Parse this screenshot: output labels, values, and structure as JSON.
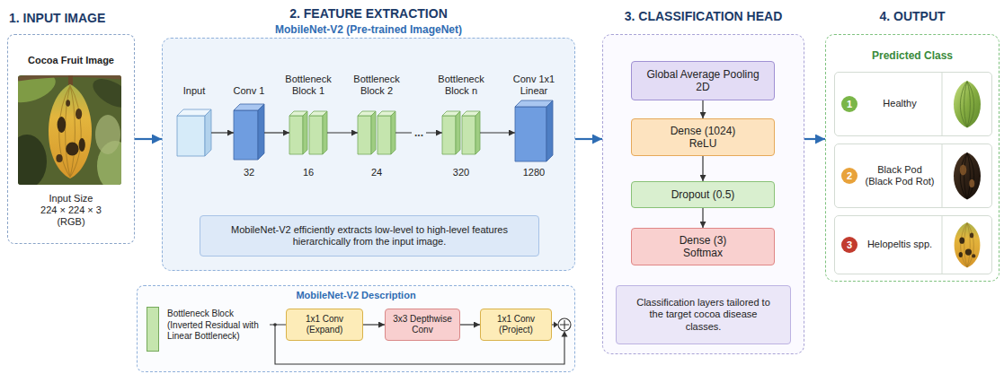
{
  "diagram": {
    "nodes": [
      {
        "text": [
          "1. INPUT IMAGE",
          "Cocoa Fruit Image",
          "Input Size 224 × 224 × 3 (RGB)"
        ]
      },
      {
        "text": [
          "2. FEATURE EXTRACTION",
          "MobileNet-V2 (Pre-trained ImageNet)"
        ]
      },
      {
        "text": [
          "Input"
        ],
        "in": 1
      },
      {
        "text": [
          "Conv 1",
          "32"
        ],
        "in": 1
      },
      {
        "text": [
          "Bottleneck Block 1",
          "16"
        ],
        "in": 1
      },
      {
        "text": [
          "Bottleneck Block 2",
          "24"
        ],
        "in": 1
      },
      {
        "text": [
          "Bottleneck Block n",
          "320"
        ],
        "in": 1
      },
      {
        "text": [
          "Conv 1x1 Linear",
          "1280"
        ],
        "in": 1
      },
      {
        "text": [
          "MobileNet-V2 efficiently extracts low-level to high-level features hierarchically from the input image."
        ],
        "in": 1
      },
      {
        "text": [
          "MobileNet-V2 Description"
        ]
      },
      {
        "text": [
          "1x1 Conv (Expand)"
        ],
        "in": 9
      },
      {
        "text": [
          "3x3 Depthwise Conv"
        ],
        "in": 9
      },
      {
        "text": [
          "1x1 Conv (Project)"
        ],
        "in": 9
      },
      {
        "text": [
          "3. CLASSIFICATION HEAD"
        ]
      },
      {
        "text": [
          "Global Average Pooling 2D"
        ],
        "in": 13
      },
      {
        "text": [
          "Dense (1024)",
          "ReLU"
        ],
        "in": 13
      },
      {
        "text": [
          "Dropout (0.5)"
        ],
        "in": 13
      },
      {
        "text": [
          "Dense (3)",
          "Softmax"
        ],
        "in": 13
      },
      {
        "text": [
          "Classification layers tailored to the target cocoa disease classes."
        ],
        "in": 13
      },
      {
        "text": [
          "4. OUTPUT",
          "Predicted Class"
        ]
      },
      {
        "text": [
          "Healthy"
        ],
        "in": 19
      },
      {
        "text": [
          "1"
        ],
        "in": 20
      },
      {
        "text": [
          "Black Pod (Black Pod Rot)"
        ],
        "in": 19
      },
      {
        "text": [
          "2"
        ],
        "in": 22
      },
      {
        "text": [
          "Helopeltis spp."
        ],
        "in": 19
      },
      {
        "text": [
          "3"
        ],
        "in": 24
      }
    ],
    "edges": [
      {
        "from": 0,
        "to": 1,
        "arrow": "to"
      },
      {
        "from": 1,
        "to": 13,
        "arrow": "to"
      },
      {
        "from": 13,
        "to": 19,
        "arrow": "to"
      },
      {
        "from": 2,
        "to": 3,
        "arrow": "to"
      },
      {
        "from": 3,
        "to": 4,
        "arrow": "to"
      },
      {
        "from": 4,
        "to": 5,
        "arrow": "to"
      },
      {
        "from": 5,
        "to": 6,
        "label": "...",
        "arrow": "to"
      },
      {
        "from": 6,
        "to": 7,
        "arrow": "to"
      },
      {
        "from": 10,
        "to": 11,
        "arrow": "to"
      },
      {
        "from": 11,
        "to": 12,
        "arrow": "to"
      },
      {
        "from": 14,
        "to": 15,
        "arrow": "to"
      },
      {
        "from": 15,
        "to": 16,
        "arrow": "to"
      },
      {
        "from": 16,
        "to": 17,
        "arrow": "to"
      }
    ],
    "legend": [
      {
        "text": "Bottleneck Block (Inverted Residual with Linear Bottleneck)",
        "color": "#c5e5ae"
      }
    ]
  }
}
